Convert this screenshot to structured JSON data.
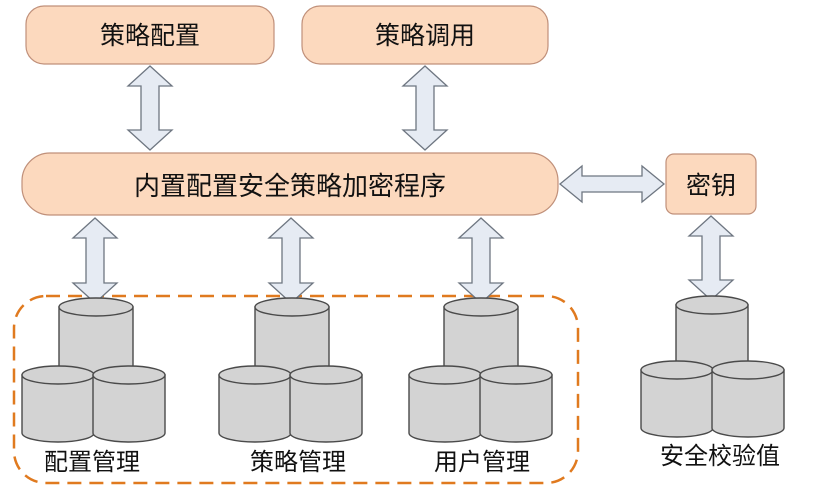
{
  "nodes": {
    "policy_config": "策略配置",
    "policy_invoke": "策略调用",
    "encryption_program": "内置配置安全策略加密程序",
    "key": "密钥"
  },
  "databases": {
    "config_management": "配置管理",
    "policy_management": "策略管理",
    "user_management": "用户管理",
    "security_check_value": "安全校验值"
  },
  "colors": {
    "box_fill": "#FCD9BE",
    "box_stroke": "#C0907A",
    "arrow_fill": "#E6EBF3",
    "arrow_stroke": "#6E7681",
    "cylinder_fill": "#D3D3D3",
    "cylinder_stroke": "#4A4A4A",
    "dashed_border": "#E07A1F"
  }
}
